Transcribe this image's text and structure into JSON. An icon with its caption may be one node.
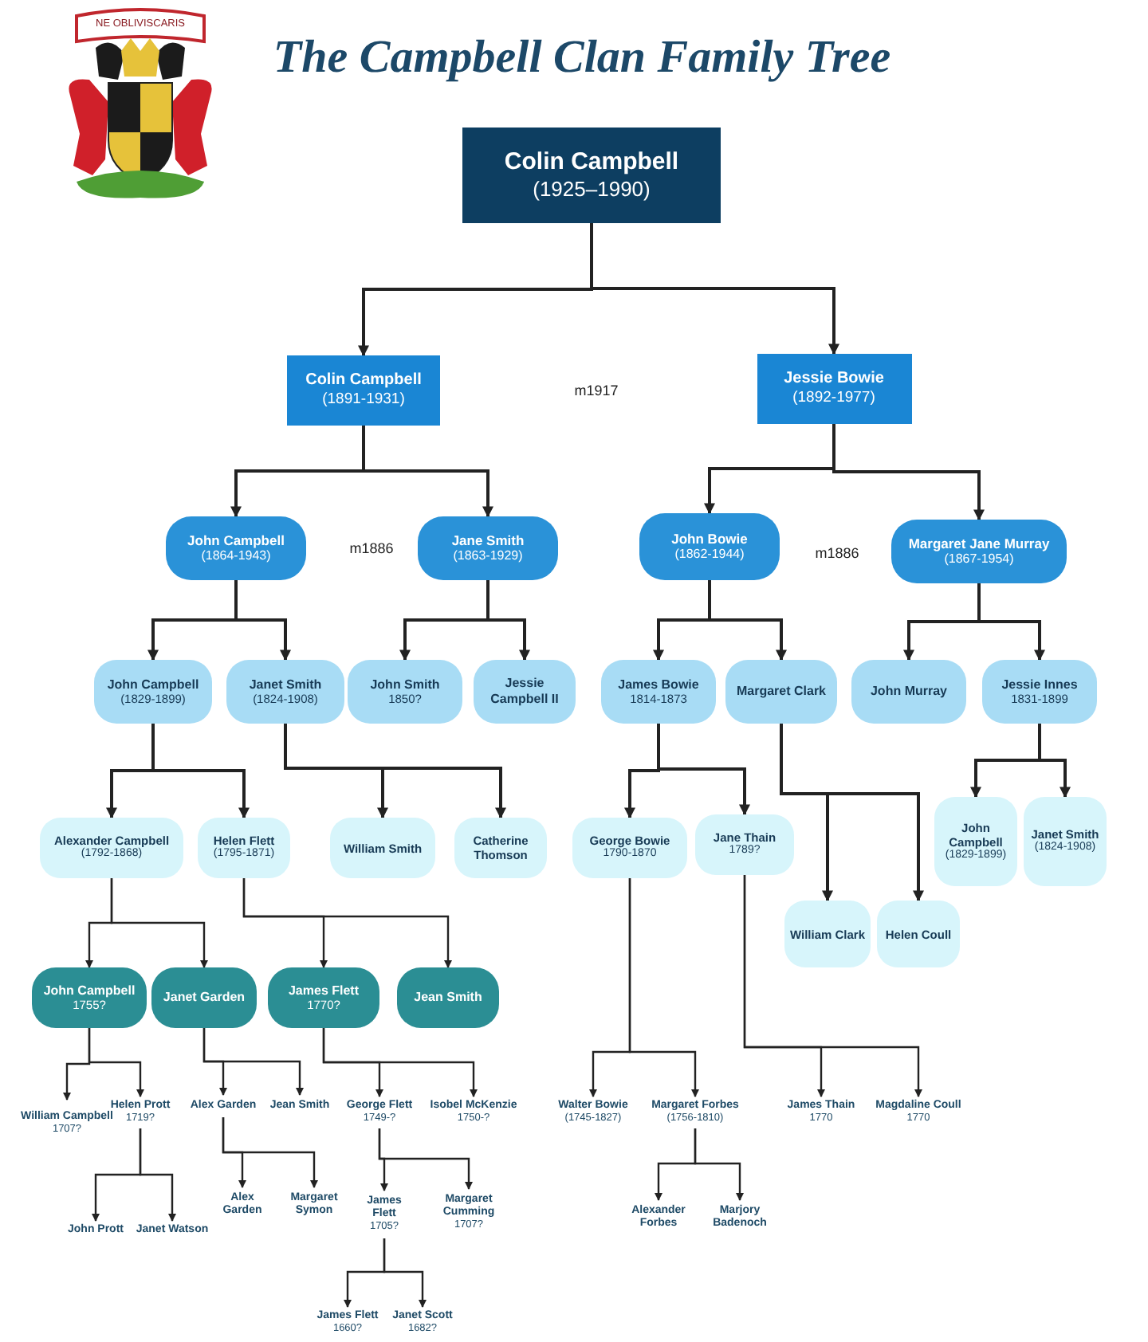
{
  "diagram": {
    "title": "The Campbell Clan Family Tree",
    "nodes": [
      {
        "text": [
          "Colin Campbell",
          "(1925–1990)"
        ]
      },
      {
        "text": [
          "Colin Campbell",
          "(1891-1931)"
        ]
      },
      {
        "text": [
          "Jessie Bowie",
          "(1892-1977)"
        ]
      },
      {
        "text": [
          "John Campbell",
          "(1864-1943)"
        ]
      },
      {
        "text": [
          "Jane Smith",
          "(1863-1929)"
        ]
      },
      {
        "text": [
          "John Bowie",
          "(1862-1944)"
        ]
      },
      {
        "text": [
          "Margaret Jane Murray",
          "(1867-1954)"
        ]
      },
      {
        "text": [
          "John Campbell",
          "(1829-1899)"
        ]
      },
      {
        "text": [
          "Janet Smith",
          "(1824-1908)"
        ]
      },
      {
        "text": [
          "John Smith",
          "1850?"
        ]
      },
      {
        "text": [
          "Jessie Campbell II"
        ]
      },
      {
        "text": [
          "James Bowie",
          "1814-1873"
        ]
      },
      {
        "text": [
          "Margaret Clark"
        ]
      },
      {
        "text": [
          "John Murray"
        ]
      },
      {
        "text": [
          "Jessie Innes",
          "1831-1899"
        ]
      },
      {
        "text": [
          "Alexander Campbell",
          "(1792-1868)"
        ]
      },
      {
        "text": [
          "Helen Flett",
          "(1795-1871)"
        ]
      },
      {
        "text": [
          "William Smith"
        ]
      },
      {
        "text": [
          "Catherine Thomson"
        ]
      },
      {
        "text": [
          "George Bowie",
          "1790-1870"
        ]
      },
      {
        "text": [
          "Jane Thain",
          "1789?"
        ]
      },
      {
        "text": [
          "John Campbell",
          "(1829-1899)"
        ]
      },
      {
        "text": [
          "Janet Smith",
          "(1824-1908)"
        ]
      },
      {
        "text": [
          "William Clark"
        ]
      },
      {
        "text": [
          "Helen Coull"
        ]
      },
      {
        "text": [
          "John Campbell",
          "1755?"
        ]
      },
      {
        "text": [
          "Janet Garden"
        ]
      },
      {
        "text": [
          "James Flett",
          "1770?"
        ]
      },
      {
        "text": [
          "Jean Smith"
        ]
      },
      {
        "text": [
          "William Campbell",
          "1707?"
        ]
      },
      {
        "text": [
          "Helen Prott",
          "1719?"
        ]
      },
      {
        "text": [
          "Alex Garden"
        ]
      },
      {
        "text": [
          "Jean Smith"
        ]
      },
      {
        "text": [
          "George Flett",
          "1749-?"
        ]
      },
      {
        "text": [
          "Isobel McKenzie",
          "1750-?"
        ]
      },
      {
        "text": [
          "Walter Bowie",
          "(1745-1827)"
        ]
      },
      {
        "text": [
          "Margaret Forbes",
          "(1756-1810)"
        ]
      },
      {
        "text": [
          "James Thain",
          "1770"
        ]
      },
      {
        "text": [
          "Magdaline Coull",
          "1770"
        ]
      },
      {
        "text": [
          "John Prott"
        ]
      },
      {
        "text": [
          "Janet Watson"
        ]
      },
      {
        "text": [
          "Alex Garden"
        ]
      },
      {
        "text": [
          "Margaret Symon"
        ]
      },
      {
        "text": [
          "James Flett",
          "1705?"
        ]
      },
      {
        "text": [
          "Margaret Cumming",
          "1707?"
        ]
      },
      {
        "text": [
          "Alexander Forbes"
        ]
      },
      {
        "text": [
          "Marjory Badenoch"
        ]
      },
      {
        "text": [
          "James Flett",
          "1660?"
        ]
      },
      {
        "text": [
          "Janet Scott",
          "1682?"
        ]
      }
    ],
    "edges": [
      {
        "from": 0,
        "to": 1,
        "arrow": "to"
      },
      {
        "from": 0,
        "to": 2,
        "arrow": "to"
      },
      {
        "from": 1,
        "to": 3,
        "arrow": "to"
      },
      {
        "from": 1,
        "to": 4,
        "arrow": "to"
      },
      {
        "from": 2,
        "to": 5,
        "arrow": "to"
      },
      {
        "from": 2,
        "to": 6,
        "arrow": "to"
      },
      {
        "from": 3,
        "to": 7,
        "arrow": "to"
      },
      {
        "from": 3,
        "to": 8,
        "arrow": "to"
      },
      {
        "from": 4,
        "to": 9,
        "arrow": "to"
      },
      {
        "from": 4,
        "to": 10,
        "arrow": "to"
      },
      {
        "from": 5,
        "to": 11,
        "arrow": "to"
      },
      {
        "from": 5,
        "to": 12,
        "arrow": "to"
      },
      {
        "from": 6,
        "to": 13,
        "arrow": "to"
      },
      {
        "from": 6,
        "to": 14,
        "arrow": "to"
      },
      {
        "from": 7,
        "to": 15,
        "arrow": "to"
      },
      {
        "from": 7,
        "to": 16,
        "arrow": "to"
      },
      {
        "from": 8,
        "to": 17,
        "arrow": "to"
      },
      {
        "from": 8,
        "to": 18,
        "arrow": "to"
      },
      {
        "from": 11,
        "to": 19,
        "arrow": "to"
      },
      {
        "from": 11,
        "to": 20,
        "arrow": "to"
      },
      {
        "from": 12,
        "to": 23,
        "arrow": "to"
      },
      {
        "from": 12,
        "to": 24,
        "arrow": "to"
      },
      {
        "from": 14,
        "to": 21,
        "arrow": "to"
      },
      {
        "from": 14,
        "to": 22,
        "arrow": "to"
      },
      {
        "from": 15,
        "to": 25,
        "arrow": "to"
      },
      {
        "from": 15,
        "to": 26,
        "arrow": "to"
      },
      {
        "from": 16,
        "to": 27,
        "arrow": "to"
      },
      {
        "from": 16,
        "to": 28,
        "arrow": "to"
      },
      {
        "from": 25,
        "to": 29,
        "arrow": "to"
      },
      {
        "from": 25,
        "to": 30,
        "arrow": "to"
      },
      {
        "from": 26,
        "to": 31,
        "arrow": "to"
      },
      {
        "from": 26,
        "to": 32,
        "arrow": "to"
      },
      {
        "from": 27,
        "to": 33,
        "arrow": "to"
      },
      {
        "from": 27,
        "to": 34,
        "arrow": "to"
      },
      {
        "from": 19,
        "to": 35,
        "arrow": "to"
      },
      {
        "from": 19,
        "to": 36,
        "arrow": "to"
      },
      {
        "from": 20,
        "to": 37,
        "arrow": "to"
      },
      {
        "from": 20,
        "to": 38,
        "arrow": "to"
      },
      {
        "from": 30,
        "to": 39,
        "arrow": "to"
      },
      {
        "from": 30,
        "to": 40,
        "arrow": "to"
      },
      {
        "from": 31,
        "to": 41,
        "arrow": "to"
      },
      {
        "from": 31,
        "to": 42,
        "arrow": "to"
      },
      {
        "from": 33,
        "to": 43,
        "arrow": "to"
      },
      {
        "from": 33,
        "to": 44,
        "arrow": "to"
      },
      {
        "from": 36,
        "to": 45,
        "arrow": "to"
      },
      {
        "from": 36,
        "to": 46,
        "arrow": "to"
      },
      {
        "from": 43,
        "to": 47,
        "arrow": "to"
      },
      {
        "from": 43,
        "to": 48,
        "arrow": "to"
      }
    ],
    "labels": [
      "NE OBLIVISCARIS",
      "m1917",
      "m1886",
      "m1886"
    ]
  }
}
